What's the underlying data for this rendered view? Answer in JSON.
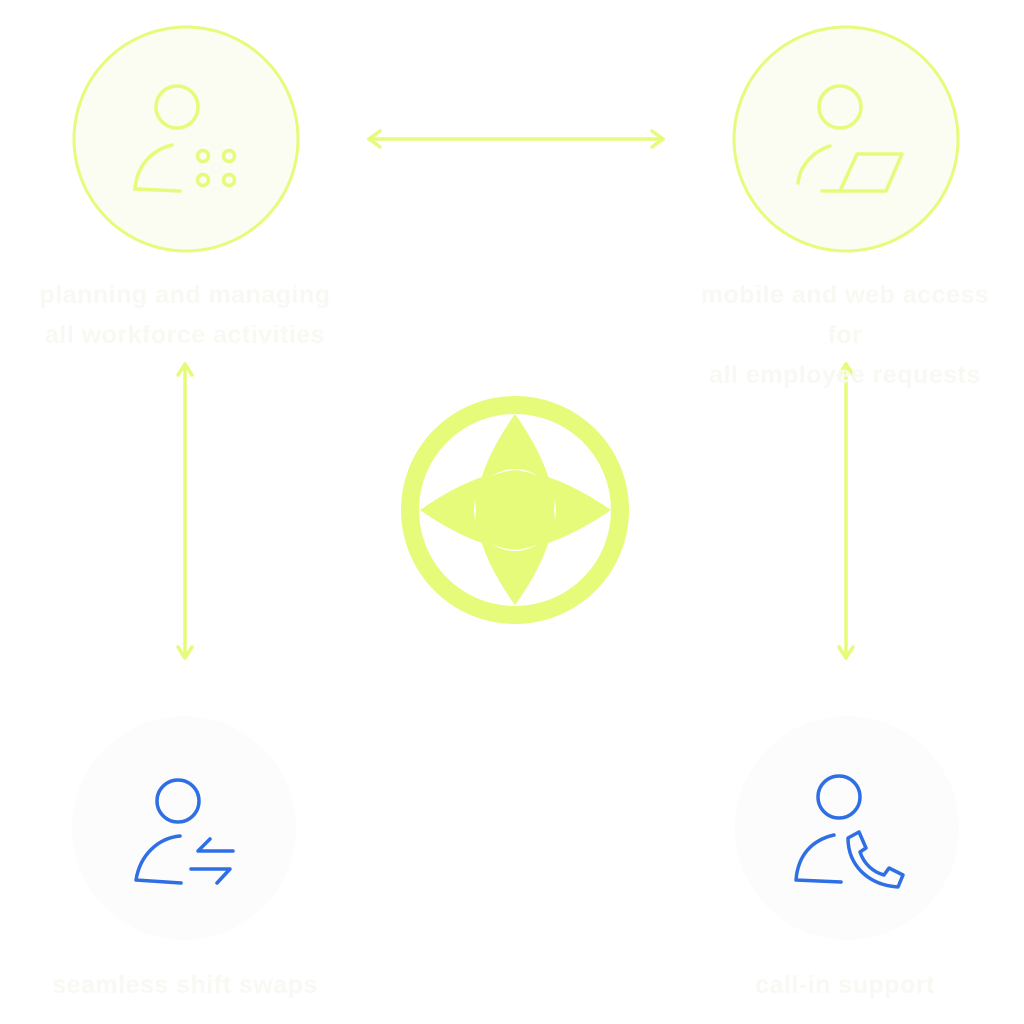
{
  "colors": {
    "accent": "#e6fb7a",
    "accent_fill": "#fbfdf2",
    "blue": "#2f6fe6",
    "muted_disc": "#fcfcfc",
    "caption": "#f8f9f3"
  },
  "nodes": {
    "top_left": {
      "icon": "person-with-dots-icon",
      "lines": [
        "planning and managing",
        "all workforce activities"
      ]
    },
    "top_right": {
      "icon": "person-with-laptop-icon",
      "lines": [
        "mobile and web access for",
        "all employee requests"
      ]
    },
    "bottom_left": {
      "icon": "person-with-exchange-arrows-icon",
      "lines": [
        "seamless shift swaps"
      ]
    },
    "bottom_right": {
      "icon": "person-with-phone-icon",
      "lines": [
        "call-in support"
      ]
    },
    "center": {
      "icon": "compass-star-icon"
    }
  }
}
